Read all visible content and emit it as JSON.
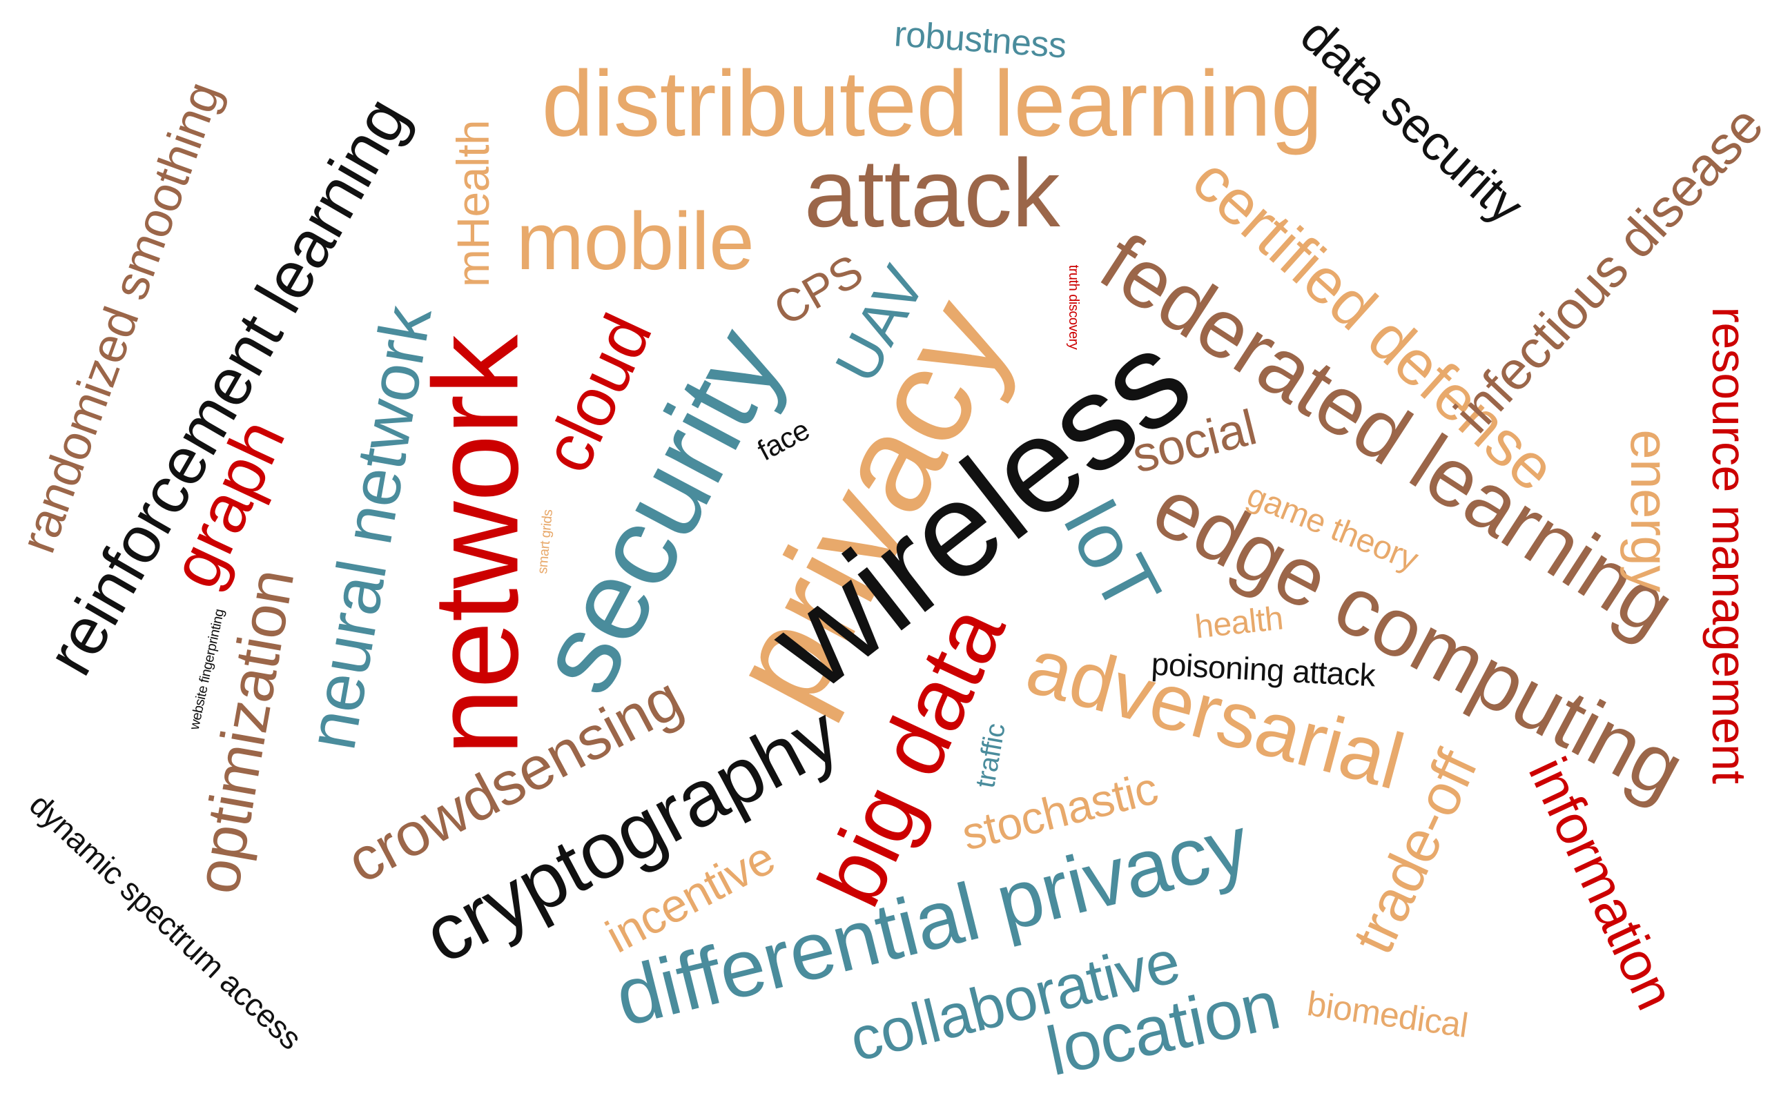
{
  "palette": {
    "brown": "#9b6649",
    "tan": "#e8a96b",
    "teal": "#4a8c9c",
    "red": "#cc0000",
    "black": "#111111"
  },
  "words": [
    {
      "text": "privacy",
      "color": "tan"
    },
    {
      "text": "wireless",
      "color": "black"
    },
    {
      "text": "security",
      "color": "teal"
    },
    {
      "text": "network",
      "color": "red"
    },
    {
      "text": "distributed learning",
      "color": "tan"
    },
    {
      "text": "attack",
      "color": "brown"
    },
    {
      "text": "federated learning",
      "color": "brown"
    },
    {
      "text": "edge computing",
      "color": "brown"
    },
    {
      "text": "differential privacy",
      "color": "teal"
    },
    {
      "text": "cryptography",
      "color": "black"
    },
    {
      "text": "big data",
      "color": "red"
    },
    {
      "text": "adversarial",
      "color": "tan"
    },
    {
      "text": "mobile",
      "color": "tan"
    },
    {
      "text": "reinforcement learning",
      "color": "black"
    },
    {
      "text": "neural network",
      "color": "teal"
    },
    {
      "text": "graph",
      "color": "red"
    },
    {
      "text": "cloud",
      "color": "red"
    },
    {
      "text": "optimization",
      "color": "brown"
    },
    {
      "text": "crowdsensing",
      "color": "brown"
    },
    {
      "text": "collaborative",
      "color": "teal"
    },
    {
      "text": "location",
      "color": "teal"
    },
    {
      "text": "certified defense",
      "color": "tan"
    },
    {
      "text": "infectious disease",
      "color": "brown"
    },
    {
      "text": "data security",
      "color": "black"
    },
    {
      "text": "IoT",
      "color": "teal"
    },
    {
      "text": "UAV",
      "color": "teal"
    },
    {
      "text": "CPS",
      "color": "brown"
    },
    {
      "text": "randomized smoothing",
      "color": "brown"
    },
    {
      "text": "mHealth",
      "color": "tan"
    },
    {
      "text": "energy",
      "color": "tan"
    },
    {
      "text": "resource management",
      "color": "red"
    },
    {
      "text": "information",
      "color": "red"
    },
    {
      "text": "trade-off",
      "color": "tan"
    },
    {
      "text": "social",
      "color": "brown"
    },
    {
      "text": "stochastic",
      "color": "tan"
    },
    {
      "text": "incentive",
      "color": "tan"
    },
    {
      "text": "robustness",
      "color": "teal"
    },
    {
      "text": "game theory",
      "color": "tan"
    },
    {
      "text": "health",
      "color": "tan"
    },
    {
      "text": "poisoning attack",
      "color": "black"
    },
    {
      "text": "traffic",
      "color": "teal"
    },
    {
      "text": "face",
      "color": "black"
    },
    {
      "text": "biomedical",
      "color": "tan"
    },
    {
      "text": "dynamic spectrum access",
      "color": "black"
    },
    {
      "text": "truth discovery",
      "color": "red"
    },
    {
      "text": "smart grids",
      "color": "tan"
    },
    {
      "text": "website fingerprinting",
      "color": "black"
    }
  ]
}
